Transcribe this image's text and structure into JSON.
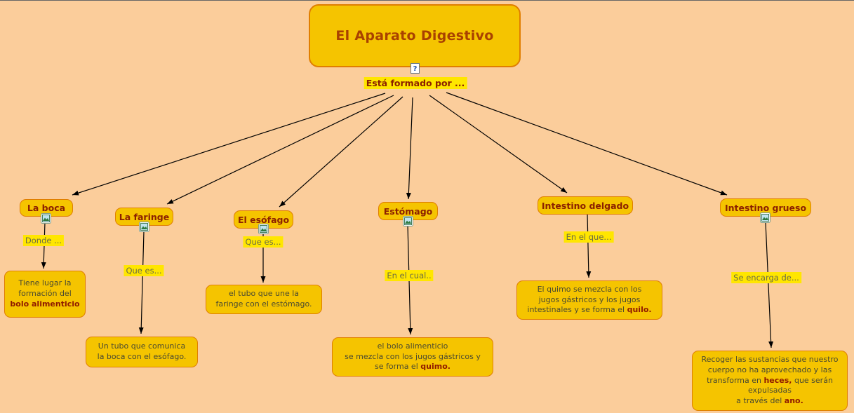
{
  "title": "El Aparato Digestivo",
  "root_link": "Está formado por ...",
  "colors": {
    "bg": "#fbcd9b",
    "box_fill": "#f5c400",
    "box_border": "#e07e00",
    "highlight": "#ffe600",
    "title_color": "#a94100",
    "node_color": "#8b2000",
    "link_color": "#6c6c45",
    "desc_color": "#4a4a30",
    "accent": "#8f1a00",
    "edge_color": "#000000"
  },
  "icons": {
    "title_icon": "question-page-icon",
    "node_icon": "image-landscape-icon"
  },
  "nodes": [
    {
      "label": "La boca",
      "link": "Donde ...",
      "desc": [
        {
          "t": "Tiene lugar la"
        },
        {
          "br": true
        },
        {
          "t": "formación del"
        },
        {
          "br": true
        },
        {
          "t": "bolo alimenticio",
          "b": true
        }
      ]
    },
    {
      "label": "La faringe",
      "link": "Que es...",
      "desc": [
        {
          "t": "Un tubo que comunica"
        },
        {
          "br": true
        },
        {
          "t": "la boca con el esófago."
        }
      ]
    },
    {
      "label": "El esófago",
      "link": "Que es...",
      "desc": [
        {
          "t": "el tubo que une la"
        },
        {
          "br": true
        },
        {
          "t": "faringe con el estómago."
        }
      ]
    },
    {
      "label": "Estómago",
      "link": "En el cual..",
      "desc": [
        {
          "t": "el bolo alimenticio"
        },
        {
          "br": true
        },
        {
          "t": "se mezcla con los jugos gástricos y"
        },
        {
          "br": true
        },
        {
          "t": "se forma el "
        },
        {
          "t": "quimo.",
          "b": true
        }
      ]
    },
    {
      "label": "Intestino delgado",
      "link": "En el que...",
      "desc": [
        {
          "t": "El quimo se mezcla con los"
        },
        {
          "br": true
        },
        {
          "t": "jugos gástricos y los jugos"
        },
        {
          "br": true
        },
        {
          "t": "intestinales y se forma el "
        },
        {
          "t": "quilo.",
          "b": true
        }
      ]
    },
    {
      "label": "Intestino grueso",
      "link": "Se encarga de...",
      "desc": [
        {
          "t": "Recoger las sustancias que nuestro"
        },
        {
          "br": true
        },
        {
          "t": "cuerpo no ha aprovechado y las"
        },
        {
          "br": true
        },
        {
          "t": "transforma en "
        },
        {
          "t": "heces,",
          "b": true
        },
        {
          "t": " que serán"
        },
        {
          "br": true
        },
        {
          "t": "expulsadas"
        },
        {
          "br": true
        },
        {
          "t": "a través del "
        },
        {
          "t": "ano.",
          "b": true
        }
      ]
    }
  ]
}
